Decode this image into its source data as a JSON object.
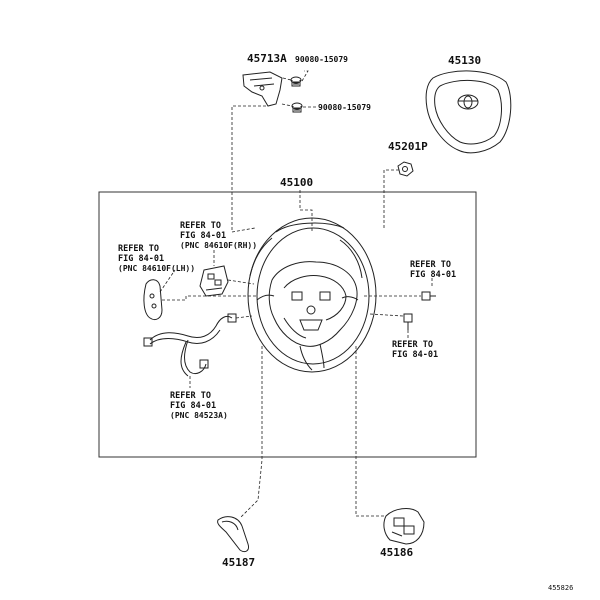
{
  "parts": {
    "p45713A": "45713A",
    "p90080a": "90080-15079",
    "p90080b": "90080-15079",
    "p45130": "45130",
    "p45201P": "45201P",
    "p45100": "45100",
    "p45187": "45187",
    "p45186": "45186"
  },
  "refs": {
    "rh": {
      "l1": "REFER TO",
      "l2": "FIG 84-01",
      "l3": "(PNC 84610F(RH))"
    },
    "lh": {
      "l1": "REFER TO",
      "l2": "FIG 84-01",
      "l3": "(PNC 84610F(LH))"
    },
    "right1": {
      "l1": "REFER TO",
      "l2": "FIG 84-01"
    },
    "right2": {
      "l1": "REFER TO",
      "l2": "FIG 84-01"
    },
    "cable": {
      "l1": "REFER TO",
      "l2": "FIG 84-01",
      "l3": "(PNC 84523A)"
    }
  },
  "figure_id": "455826"
}
